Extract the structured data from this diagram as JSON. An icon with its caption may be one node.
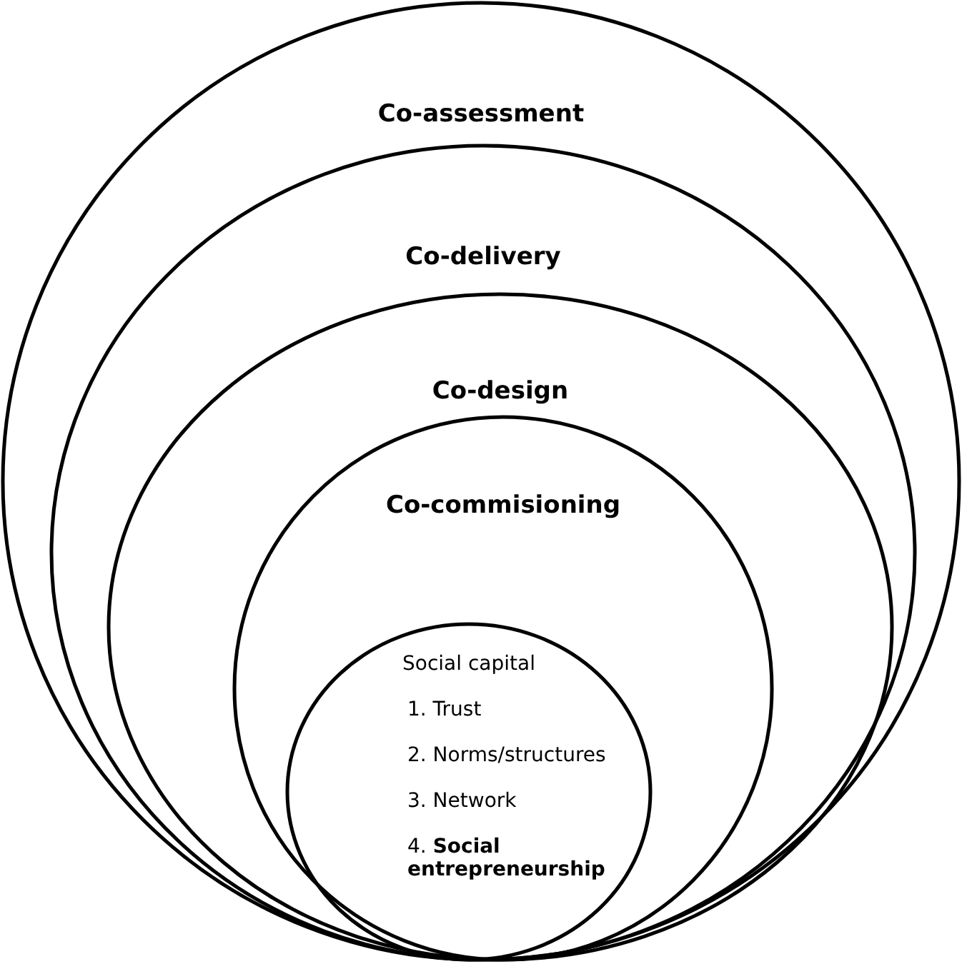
{
  "diagram": {
    "nodes": [
      {
        "text": [
          "Co-assessment"
        ]
      },
      {
        "text": [
          "Co-delivery"
        ],
        "in": 0
      },
      {
        "text": [
          "Co-design"
        ],
        "in": 1
      },
      {
        "text": [
          "Co-commisioning"
        ],
        "in": 2
      },
      {
        "text": [
          "Social capital",
          "1. Trust",
          "2. Norms/structures",
          "3. Network",
          "4. **Social entrepreneurship**"
        ],
        "in": 3
      }
    ]
  }
}
